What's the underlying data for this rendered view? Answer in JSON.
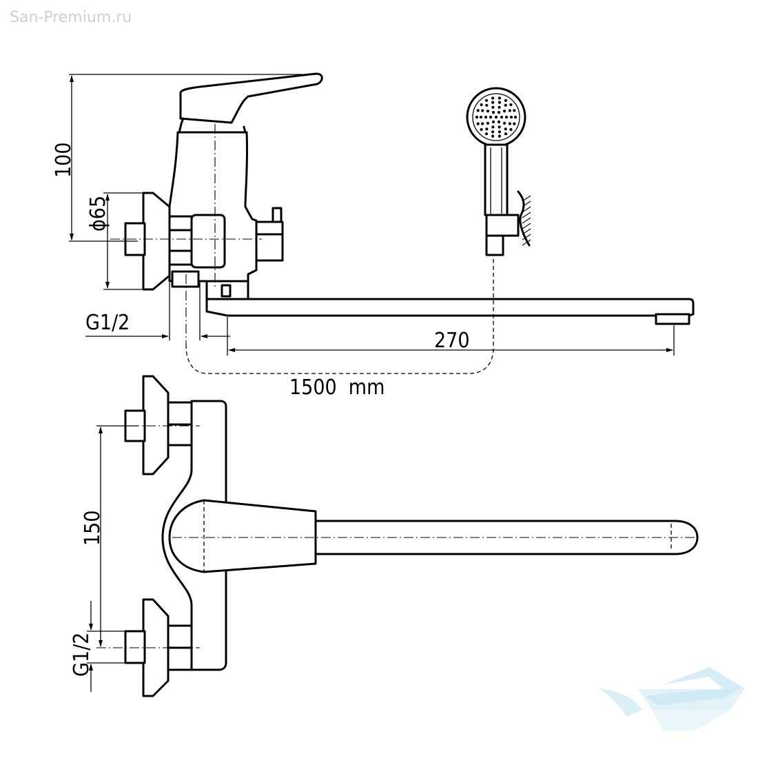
{
  "watermark": {
    "text": "San-Premium.ru"
  },
  "dimensions": {
    "height_total": "100",
    "flange_diameter": "ϕ65",
    "thread_side": "G1/2",
    "spout_length": "270",
    "hose_length": "1500  mm",
    "inlet_spacing": "150",
    "thread_front": "G1/2"
  },
  "colors": {
    "line": "#000000",
    "background": "#ffffff",
    "logo": "#bfe3f2"
  },
  "logo": {
    "icon": "bathtub-logo-icon"
  }
}
